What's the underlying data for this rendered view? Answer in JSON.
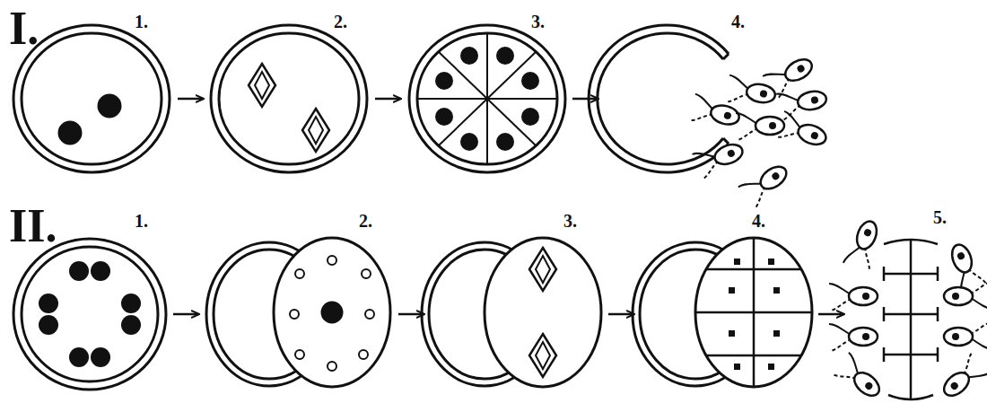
{
  "diagram": {
    "labels": [
      "I.",
      "1.",
      "2.",
      "3.",
      "4.",
      "II.",
      "1.",
      "2.",
      "3.",
      "4.",
      "5."
    ]
  }
}
